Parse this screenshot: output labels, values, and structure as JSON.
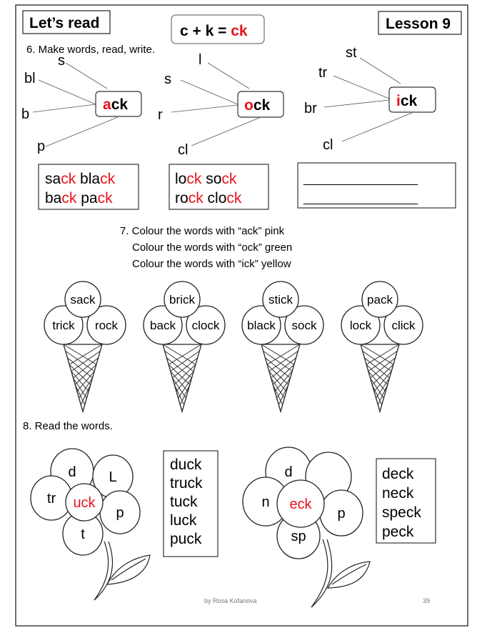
{
  "header": {
    "title": "Let’s read",
    "formula": {
      "plain": "c + k = ",
      "red": "ck"
    },
    "lesson": "Lesson 9"
  },
  "ex6": {
    "instruction": "6. Make words, read, write.",
    "groups": [
      {
        "ending": {
          "red": "a",
          "plain": "ck"
        },
        "letters": [
          "s",
          "bl",
          "b",
          "p"
        ],
        "words": [
          [
            [
              "sa",
              "ck"
            ],
            [
              "bla",
              "ck"
            ]
          ],
          [
            [
              "ba",
              "ck"
            ],
            [
              "pa",
              "ck"
            ]
          ]
        ]
      },
      {
        "ending": {
          "red": "o",
          "plain": "ck"
        },
        "letters": [
          "l",
          "s",
          "r",
          "cl"
        ],
        "words": [
          [
            [
              "lo",
              "ck"
            ],
            [
              "so",
              "ck"
            ]
          ],
          [
            [
              "ro",
              "ck"
            ],
            [
              "clo",
              "ck"
            ]
          ]
        ]
      },
      {
        "ending": {
          "red": "i",
          "plain": "ck"
        },
        "letters": [
          "st",
          "tr",
          "br",
          "cl"
        ],
        "answer_lines": [
          "__________________",
          "__________________"
        ]
      }
    ]
  },
  "ex7": {
    "lines": [
      "7. Colour the words with “ack” pink",
      "Colour the words with “ock” green",
      "Colour the words with “ick” yellow"
    ],
    "ice_creams": [
      {
        "top": "sack",
        "left": "trick",
        "right": "rock"
      },
      {
        "top": "brick",
        "left": "back",
        "right": "clock"
      },
      {
        "top": "stick",
        "left": "black",
        "right": "sock"
      },
      {
        "top": "pack",
        "left": "lock",
        "right": "click"
      }
    ]
  },
  "ex8": {
    "instruction": "8. Read the words.",
    "flowers": [
      {
        "center": "uck",
        "petals": [
          "d",
          "L",
          "tr",
          "p",
          "t"
        ],
        "words": [
          "duck",
          "truck",
          "tuck",
          "luck",
          "puck"
        ]
      },
      {
        "center": "eck",
        "petals": [
          "d",
          "",
          "n",
          "p",
          "sp"
        ],
        "words": [
          "deck",
          "neck",
          "speck",
          "peck"
        ]
      }
    ]
  },
  "footer": {
    "author": "by Rosa Kofanova",
    "page": "39"
  },
  "colors": {
    "accent": "#e8121b"
  }
}
